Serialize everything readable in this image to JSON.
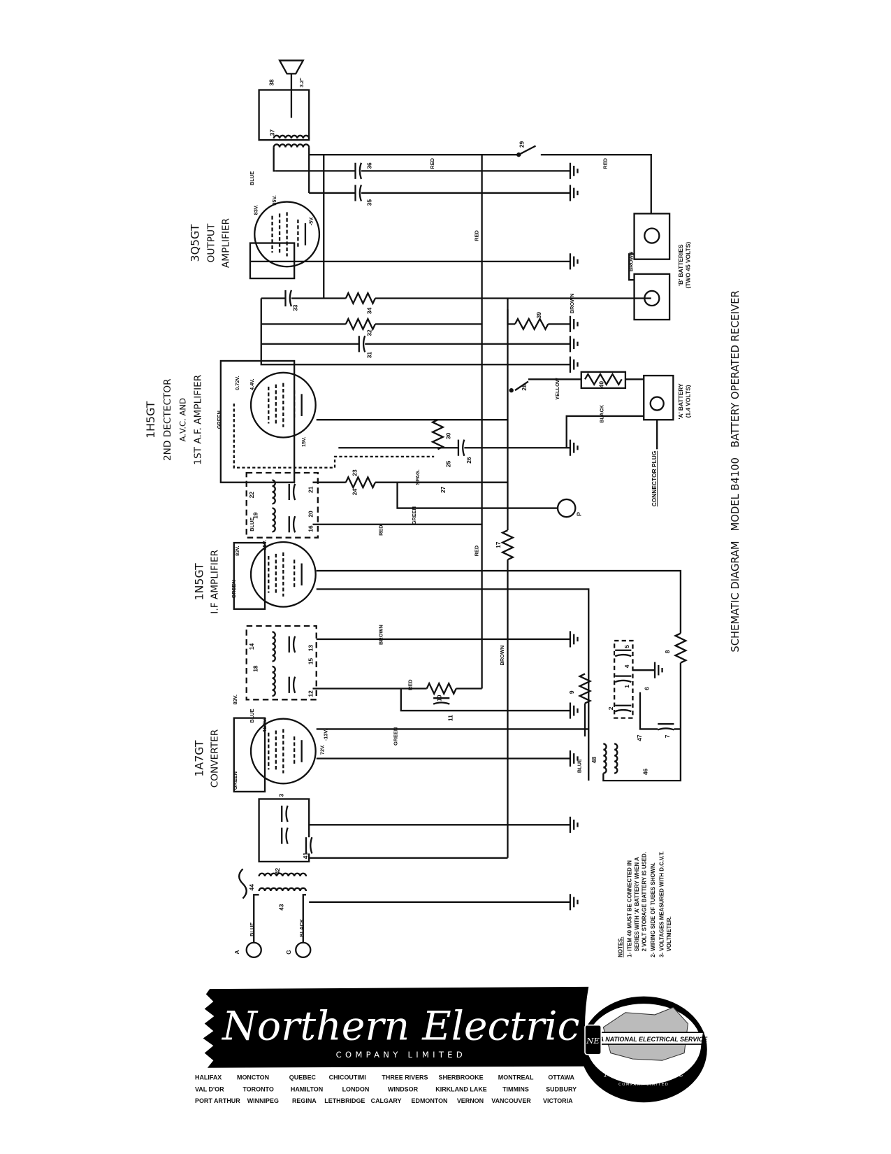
{
  "title": "SCHEMATIC DIAGRAM   MODEL B4100   BATTERY OPERATED RECEIVER",
  "tubes": [
    {
      "type": "3Q5GT",
      "line1": "OUTPUT",
      "line2": "AMPLIFIER"
    },
    {
      "type": "1H5GT",
      "line1": "2ND DECTECTOR",
      "line2": "A.V.C. AND",
      "line3": "1ST A.F. AMPLIFIER"
    },
    {
      "type": "1N5GT",
      "line1": "I.F AMPLIFIER"
    },
    {
      "type": "1A7GT",
      "line1": "CONVERTER"
    }
  ],
  "notes": {
    "heading": "NOTES.",
    "items": [
      "1- ITEM 40 MUST BE CONNECTED IN",
      "SERIES WITH 'A' BATTERY WHEN A",
      "2 VOLT STORAGE BATTERY IS USED.",
      "2- WIRING SIDE OF TUBES SHOWN.",
      "3- VOLTAGES MEASURED WITH D.C.V.T.",
      "VOLTMETER."
    ]
  },
  "batteries": {
    "b_label": "'B' BATTERIES",
    "b_sub": "(TWO 45 VOLTS)",
    "a_label": "'A' BATTERY",
    "a_sub": "(1.4 VOLTS)"
  },
  "connector": "CONNECTOR PLUG",
  "terminals": {
    "a": "A",
    "g": "G",
    "p": "P"
  },
  "components": [
    "36",
    "35",
    "33",
    "34",
    "32",
    "31",
    "39",
    "29",
    "37",
    "38",
    "30",
    "26",
    "25",
    "27",
    "23",
    "24",
    "28",
    "40",
    "17",
    "21",
    "22",
    "20",
    "19",
    "16",
    "13",
    "14",
    "15",
    "18",
    "12",
    "10",
    "11",
    "8",
    "9",
    "1",
    "2",
    "4",
    "5",
    "6",
    "7",
    "3",
    "47",
    "48",
    "46",
    "41",
    "42",
    "43",
    "44"
  ],
  "wire_labels": [
    "BLUE",
    "RED",
    "RED",
    "RED",
    "BROWN",
    "BROWN",
    "YELLOW",
    "BLACK",
    "GREEN",
    "GREEN",
    "RED",
    "RED",
    "BLUE",
    "GREEN",
    "BROWN",
    "RED",
    "GREEN",
    "BROWN",
    "BLUE",
    "GREEN",
    "BLUE",
    "BLUE",
    "BLACK"
  ],
  "voltages": [
    "85V.",
    "83V.",
    "-5V.",
    "4.4V.",
    "0.72V.",
    "15V.",
    "83V.",
    "85V.",
    "83V.",
    "41.5V.",
    "-13V.",
    "72V.",
    "3.2\"",
    "SPAG."
  ],
  "brand": {
    "name": "Northern Electric",
    "sub": "COMPANY LIMITED",
    "seal_banner": "A NATIONAL ELECTRICAL SERVICE",
    "seal_monogram": "NE",
    "seal_name": "Northern Electric",
    "seal_sub": "COMPANY LIMITED"
  },
  "cities": [
    [
      "HALIFAX",
      "MONCTON",
      "QUEBEC",
      "CHICOUTIMI",
      "THREE RIVERS",
      "SHERBROOKE",
      "MONTREAL",
      "OTTAWA"
    ],
    [
      "VAL D'OR",
      "TORONTO",
      "HAMILTON",
      "LONDON",
      "WINDSOR",
      "KIRKLAND LAKE",
      "TIMMINS",
      "SUDBURY"
    ],
    [
      "PORT ARTHUR",
      "WINNIPEG",
      "REGINA",
      "LETHBRIDGE",
      "CALGARY",
      "EDMONTON",
      "VERNON",
      "VANCOUVER",
      "VICTORIA"
    ]
  ]
}
